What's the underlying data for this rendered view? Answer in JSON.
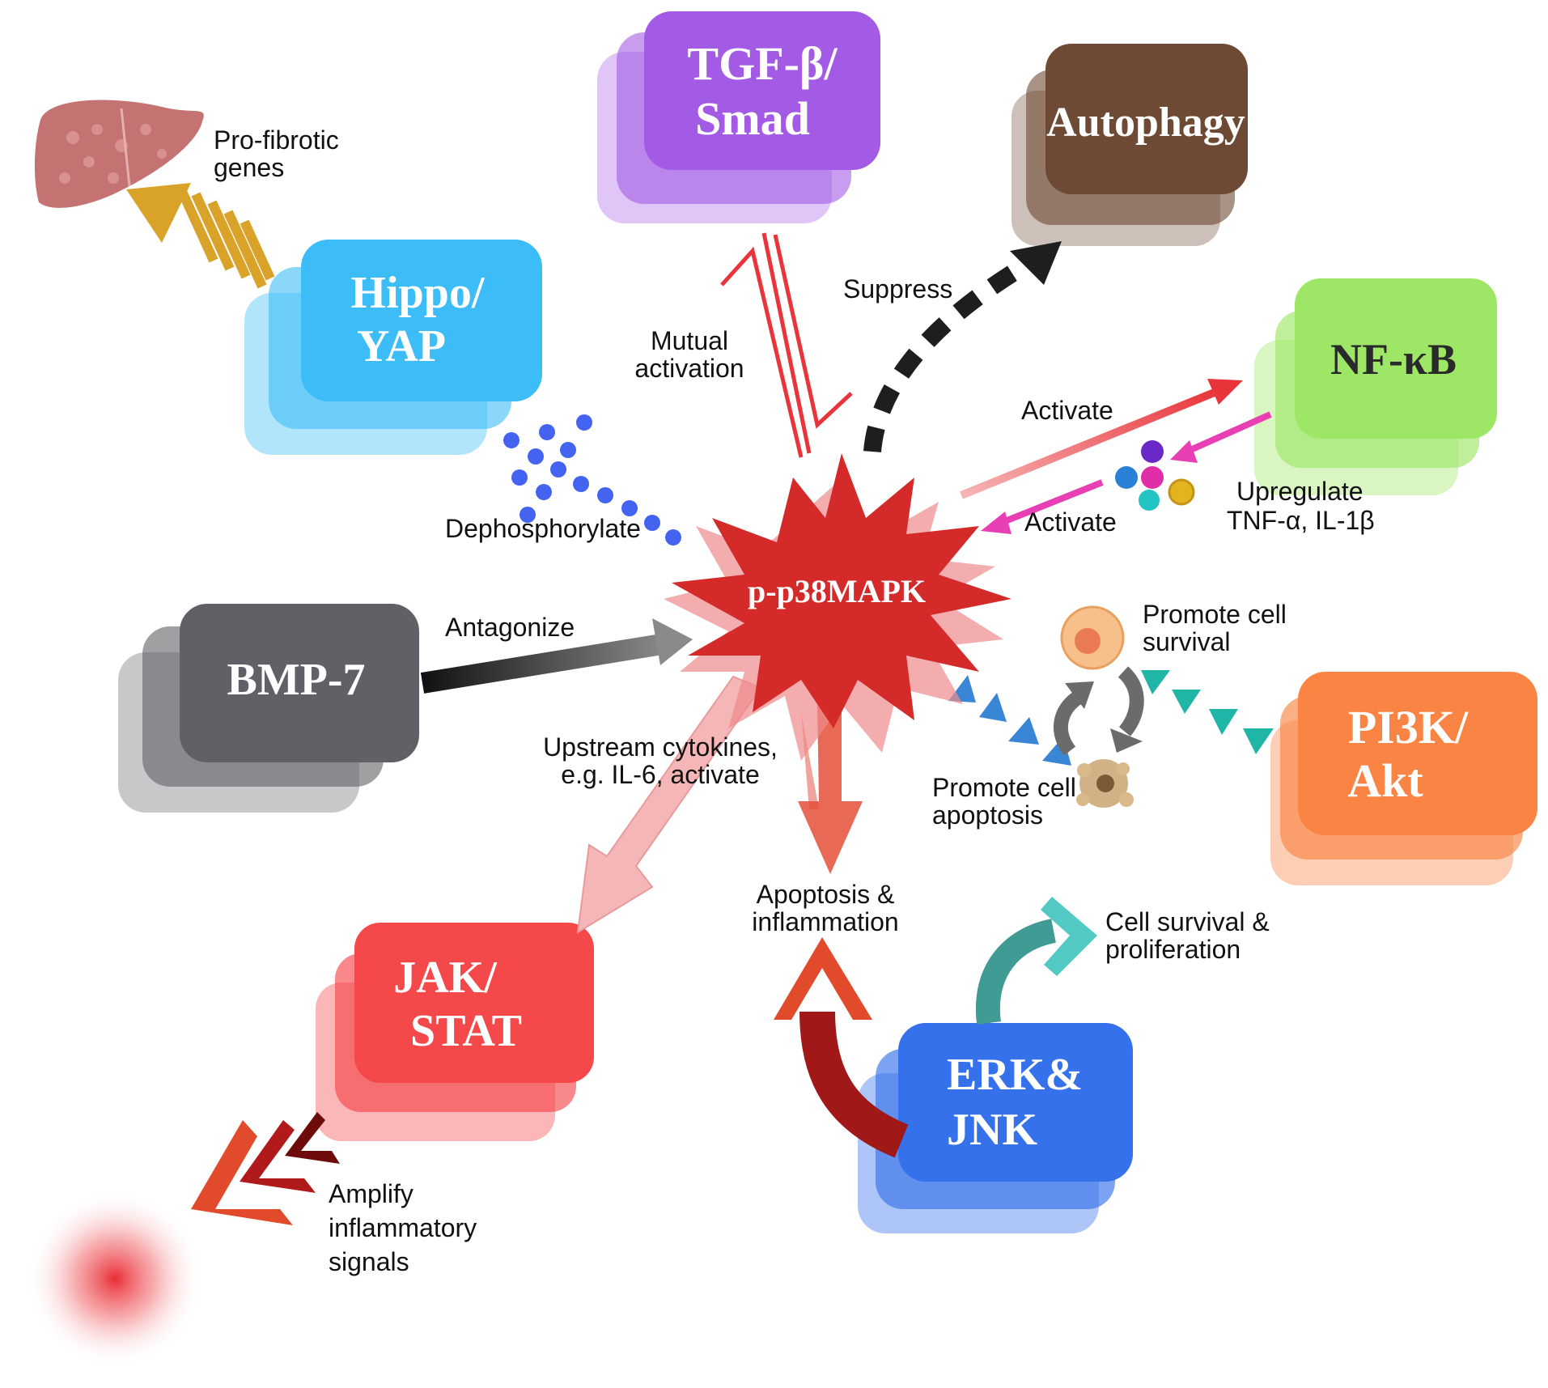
{
  "center": {
    "label": "p-p38MAPK",
    "color": "#d42a2a"
  },
  "nodes": {
    "tgf": {
      "line1": "TGF-β/",
      "line2": "Smad",
      "color": "#a35be6"
    },
    "autophagy": {
      "line1": "Autophagy",
      "color": "#6e4a34"
    },
    "hippo": {
      "line1": "Hippo/",
      "line2": "YAP",
      "color": "#3dbdf7"
    },
    "nfkb": {
      "line1": "NF-κB",
      "color": "#9ee766"
    },
    "bmp": {
      "line1": "BMP-7",
      "color": "#606066"
    },
    "pi3k": {
      "line1": "PI3K/",
      "line2": "Akt",
      "color": "#f98443"
    },
    "jak": {
      "line1": "JAK/",
      "line2": "STAT",
      "color": "#f5484a"
    },
    "erk": {
      "line1": "ERK&",
      "line2": "JNK",
      "color": "#3571ea"
    }
  },
  "annotations": {
    "pro_fibrotic_1": "Pro-fibrotic",
    "pro_fibrotic_2": "genes",
    "mutual_1": "Mutual",
    "mutual_2": "activation",
    "suppress": "Suppress",
    "activate_top": "Activate",
    "activate_bottom": "Activate",
    "upregulate_1": "Upregulate",
    "upregulate_2": "TNF-α, IL-1β",
    "dephosphorylate": "Dephosphorylate",
    "antagonize": "Antagonize",
    "survival_1": "Promote cell",
    "survival_2": "survival",
    "apoptosis_1": "Promote cell",
    "apoptosis_2": "apoptosis",
    "upstream_1": "Upstream cytokines,",
    "upstream_2": "e.g. IL-6, activate",
    "apo_infl_1": "Apoptosis &",
    "apo_infl_2": "inflammation",
    "cell_surv_1": "Cell survival &",
    "cell_surv_2": "proliferation",
    "amplify_1": "Amplify",
    "amplify_2": "inflammatory",
    "amplify_3": "signals"
  }
}
